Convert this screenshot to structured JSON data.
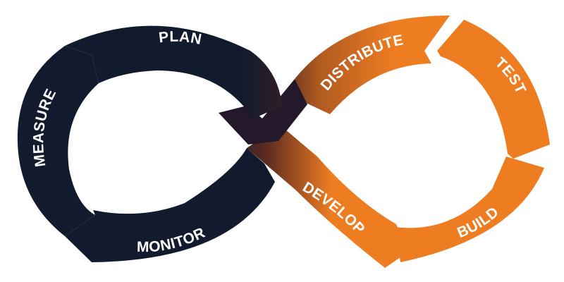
{
  "colors": {
    "dark": "#121a2e",
    "orange": "#ee7d22",
    "background": "#ffffff",
    "label": "#ffffff"
  },
  "stages": {
    "plan": "PLAN",
    "measure": "MEASURE",
    "monitor": "MONITOR",
    "develop": "DEVELOP",
    "distribute": "DISTRIBUTE",
    "test": "TEST",
    "build": "BUILD"
  }
}
